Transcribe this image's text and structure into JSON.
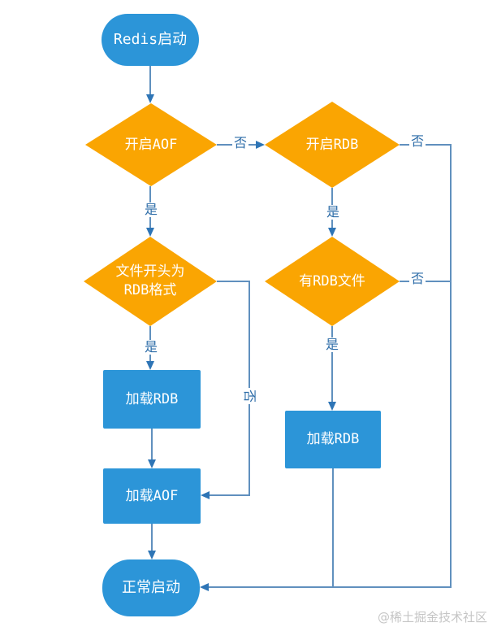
{
  "diagram": {
    "nodes": {
      "start": {
        "label": "Redis启动"
      },
      "aof_enabled": {
        "label": "开启AOF"
      },
      "rdb_enabled": {
        "label": "开启RDB"
      },
      "file_header": {
        "label": "文件开头为\nRDB格式"
      },
      "has_rdb_file": {
        "label": "有RDB文件"
      },
      "load_rdb_left": {
        "label": "加载RDB"
      },
      "load_aof": {
        "label": "加载AOF"
      },
      "load_rdb_right": {
        "label": "加载RDB"
      },
      "end": {
        "label": "正常启动"
      }
    },
    "edge_labels": {
      "aof_no": "否",
      "aof_yes": "是",
      "rdb_no": "否",
      "rdb_yes": "是",
      "file_no": "否",
      "file_yes": "是",
      "hasrdb_no": "否",
      "hasrdb_yes": "是"
    },
    "colors": {
      "node_blue": "#2C95D8",
      "diamond_orange": "#FAA502",
      "line_blue": "#6090BE",
      "arrow_blue": "#2E75B6",
      "label_text": "#2E6DA8",
      "watermark_gray": "#C5C5C5"
    }
  },
  "watermark": {
    "text": "@稀土掘金技术社区"
  }
}
